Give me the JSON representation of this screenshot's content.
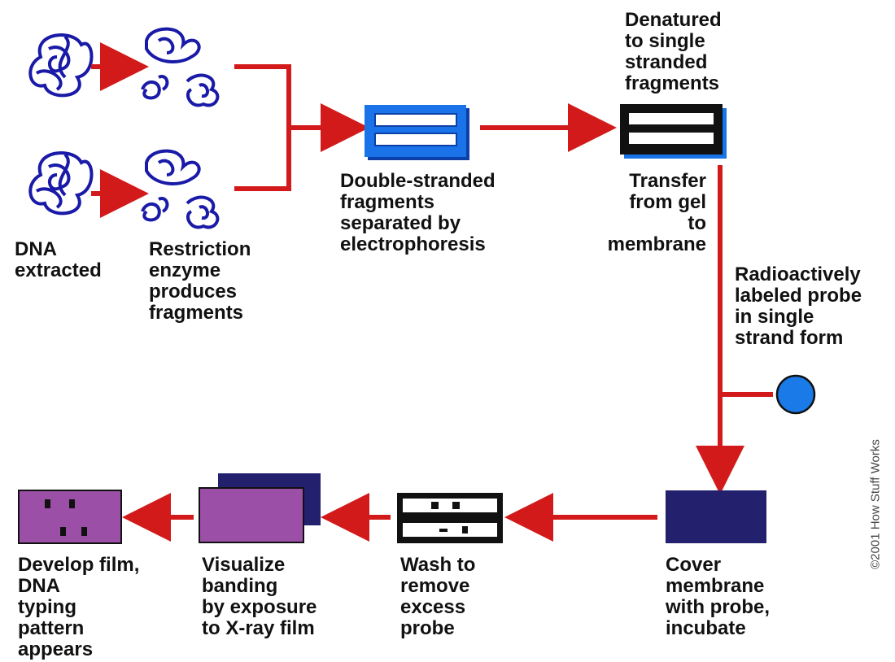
{
  "labels": {
    "dna_extracted": "DNA\nextracted",
    "restriction": "Restriction\nenzyme\nproduces\nfragments",
    "double_stranded": "Double-stranded\nfragments\nseparated by\nelectrophoresis",
    "denatured": "Denatured\nto single\nstranded\nfragments",
    "transfer": "Transfer\nfrom gel\nto\nmembrane",
    "probe": "Radioactively\nlabeled probe\nin single\nstrand form",
    "cover": "Cover\nmembrane\nwith probe,\nincubate",
    "wash": "Wash to\nremove\nexcess\nprobe",
    "visualize": "Visualize\nbanding\nby exposure\nto X-ray film",
    "develop": "Develop film,\nDNA\ntyping\npattern\nappears"
  },
  "copyright": "©2001 How Stuff Works",
  "colors": {
    "arrow": "#d21a1a",
    "dna": "#1a1aa8",
    "gel_blue": "#1a73e8",
    "membrane": "#23206e",
    "film": "#9b4fa6",
    "probe": "#1a7be8"
  }
}
